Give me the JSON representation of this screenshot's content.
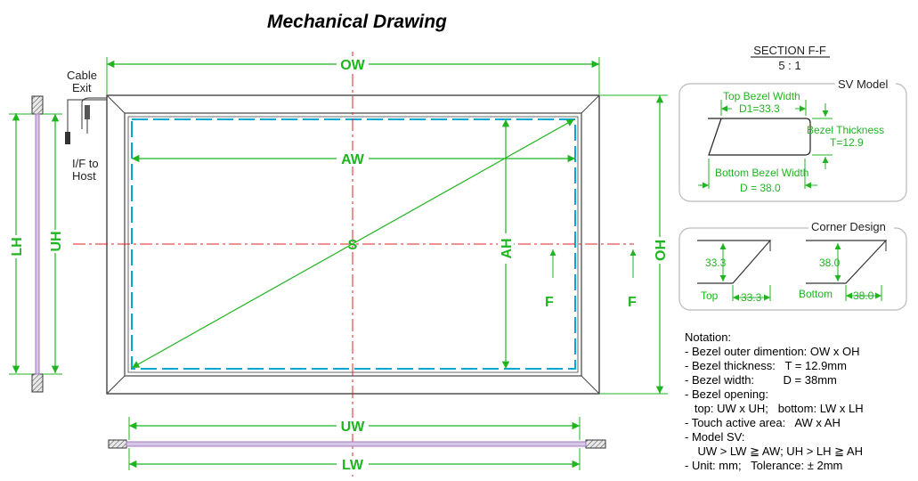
{
  "title": "Mechanical Drawing",
  "labels": {
    "ow": "OW",
    "oh": "OH",
    "aw": "AW",
    "ah": "AH",
    "uw": "UW",
    "uh": "UH",
    "lw": "LW",
    "lh": "LH",
    "s": "S",
    "f": "F",
    "cable_exit": [
      "Cable",
      "Exit"
    ],
    "if_host": [
      "I/F to",
      "Host"
    ]
  },
  "section": {
    "title": "SECTION  F-F",
    "scale": "5  :  1",
    "sv_model": "SV Model",
    "top_bezel_width": "Top Bezel Width",
    "d1": "D1=33.3",
    "bezel_thickness": "Bezel Thickness",
    "t": "T=12.9",
    "bottom_bezel_width": "Bottom Bezel Width",
    "d": "D = 38.0"
  },
  "corner": {
    "title": "Corner Design",
    "top_v": "33.3",
    "top_h": "33.3",
    "top_label": "Top",
    "bottom_v": "38.0",
    "bottom_h": "38.0",
    "bottom_label": "Bottom"
  },
  "notation": [
    "Notation:",
    "- Bezel outer dimention: OW x OH",
    "- Bezel thickness:   T = 12.9mm",
    "- Bezel width:         D = 38mm",
    "- Bezel opening:",
    "   top: UW x UH;   bottom: LW x LH",
    "- Touch active area:   AW x AH",
    "- Model SV:",
    "    UW > LW ≧ AW; UH > LH ≧ AH",
    "- Unit: mm;   Tolerance: ± 2mm"
  ],
  "colors": {
    "dimension": "#1fb520",
    "centerline": "#e02020",
    "active_area": "#00a8d8",
    "frame": "#555555",
    "glass": "#b389c9"
  }
}
